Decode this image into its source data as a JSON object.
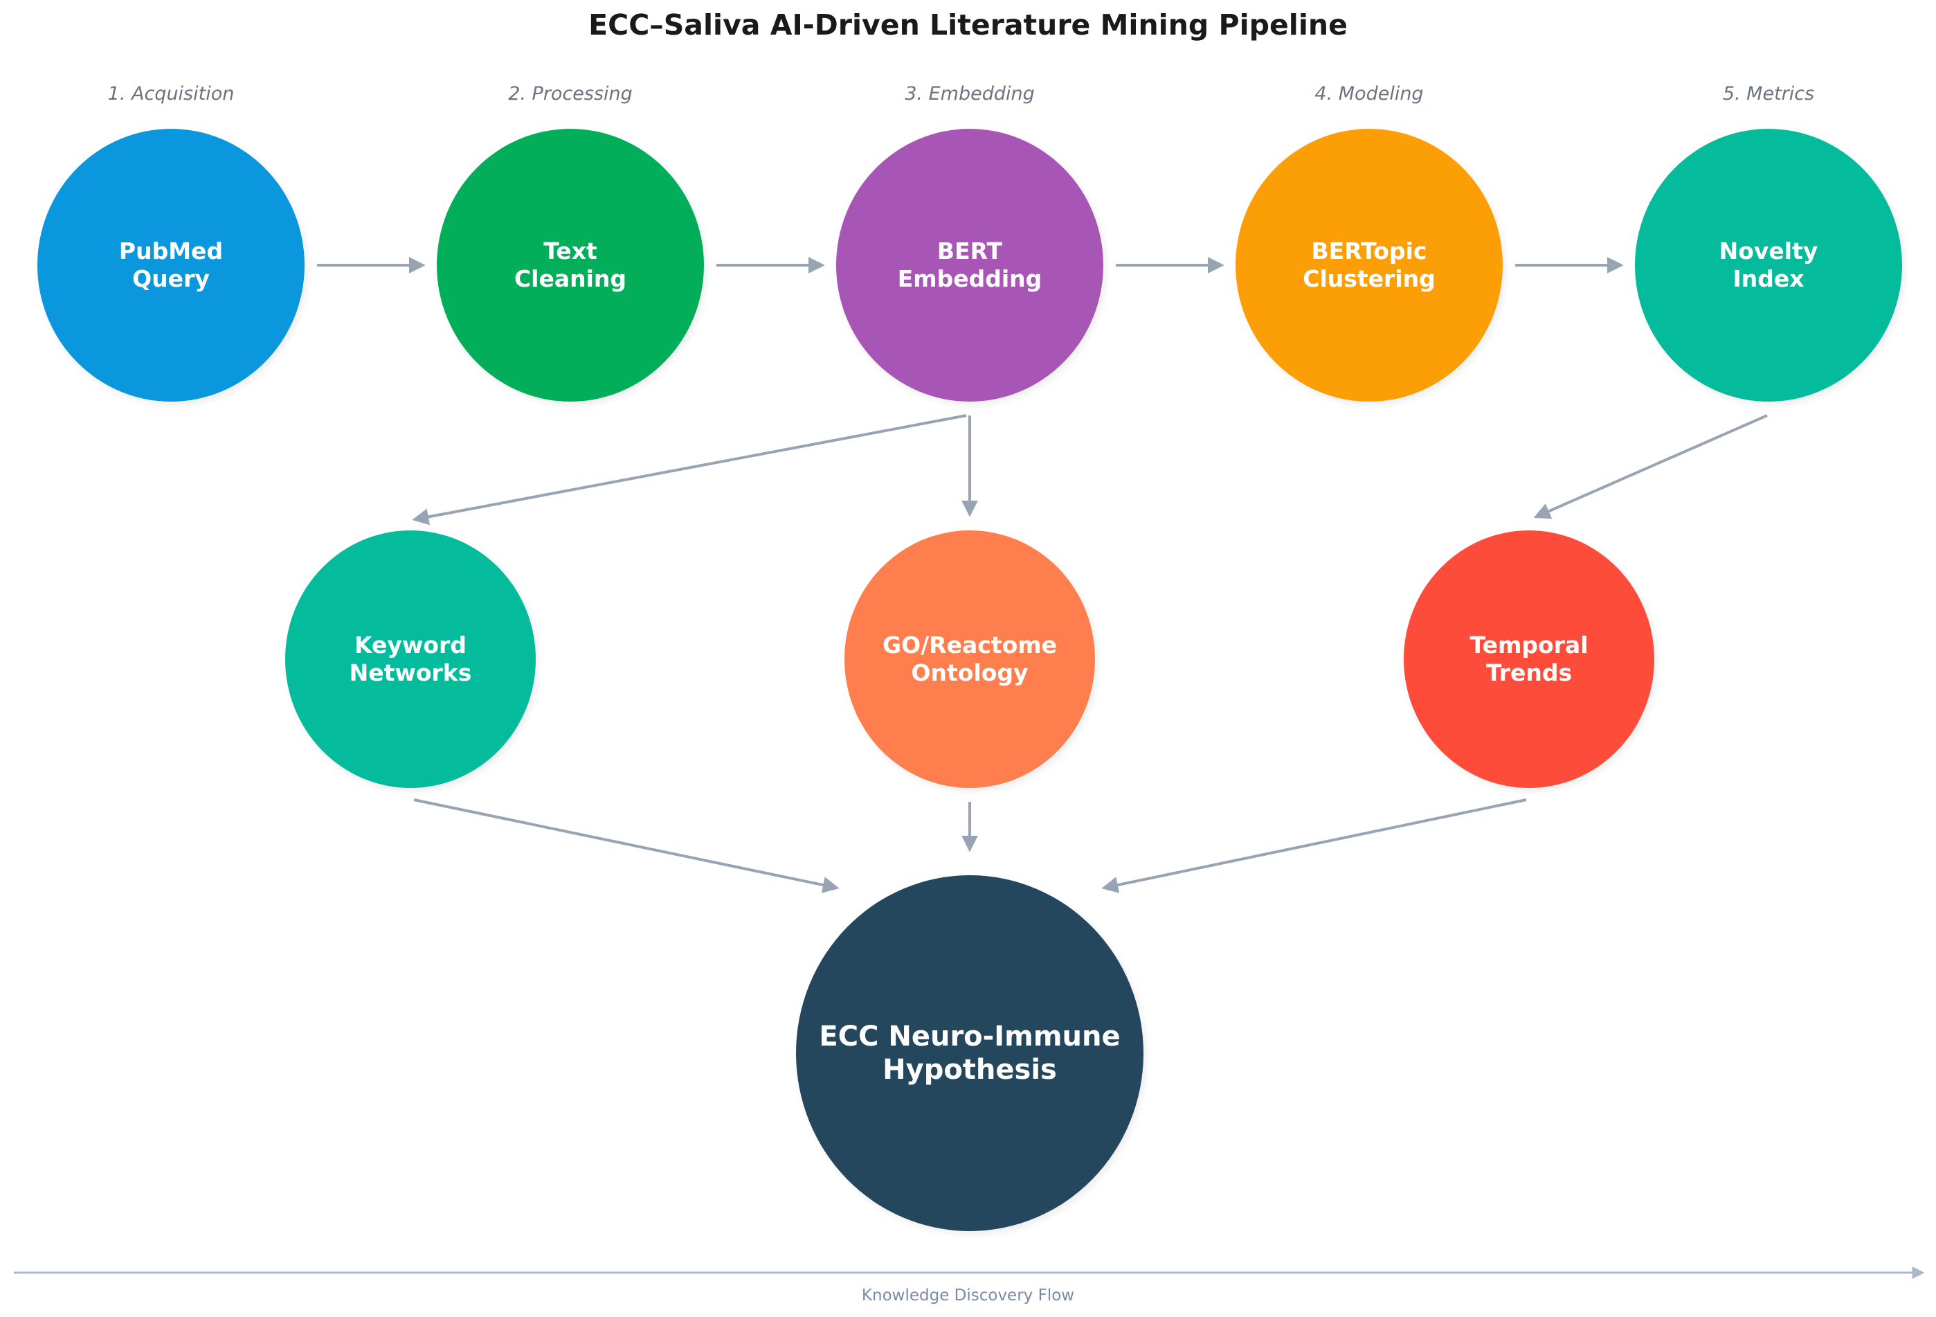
{
  "title": "ECC–Saliva AI-Driven Literature Mining Pipeline",
  "stages": [
    "1. Acquisition",
    "2. Processing",
    "3. Embedding",
    "4. Modeling",
    "5. Metrics"
  ],
  "nodes": {
    "pubmed": {
      "label": "PubMed\nQuery",
      "color": "#0a97dd"
    },
    "text_cleaning": {
      "label": "Text\nCleaning",
      "color": "#02ae5a"
    },
    "bert": {
      "label": "BERT\nEmbedding",
      "color": "#a856b5"
    },
    "bertopic": {
      "label": "BERTopic\nClustering",
      "color": "#fc9e05"
    },
    "novelty": {
      "label": "Novelty\nIndex",
      "color": "#04bc9b"
    },
    "keyword": {
      "label": "Keyword\nNetworks",
      "color": "#04bc9b"
    },
    "ontology": {
      "label": "GO/Reactome\nOntology",
      "color": "#fe7e4d"
    },
    "temporal": {
      "label": "Temporal\nTrends",
      "color": "#fe4c3b"
    },
    "hypothesis": {
      "label": "ECC Neuro-Immune\nHypothesis",
      "color": "#24475e"
    }
  },
  "edges": [
    [
      "pubmed",
      "text_cleaning"
    ],
    [
      "text_cleaning",
      "bert"
    ],
    [
      "bert",
      "bertopic"
    ],
    [
      "bertopic",
      "novelty"
    ],
    [
      "bert",
      "keyword"
    ],
    [
      "bert",
      "ontology"
    ],
    [
      "novelty",
      "temporal"
    ],
    [
      "keyword",
      "hypothesis"
    ],
    [
      "ontology",
      "hypothesis"
    ],
    [
      "temporal",
      "hypothesis"
    ]
  ],
  "flow_label": "Knowledge Discovery Flow",
  "colors": {
    "arrow": "#98a3b3",
    "flow_axis": "#a9b8cf"
  }
}
